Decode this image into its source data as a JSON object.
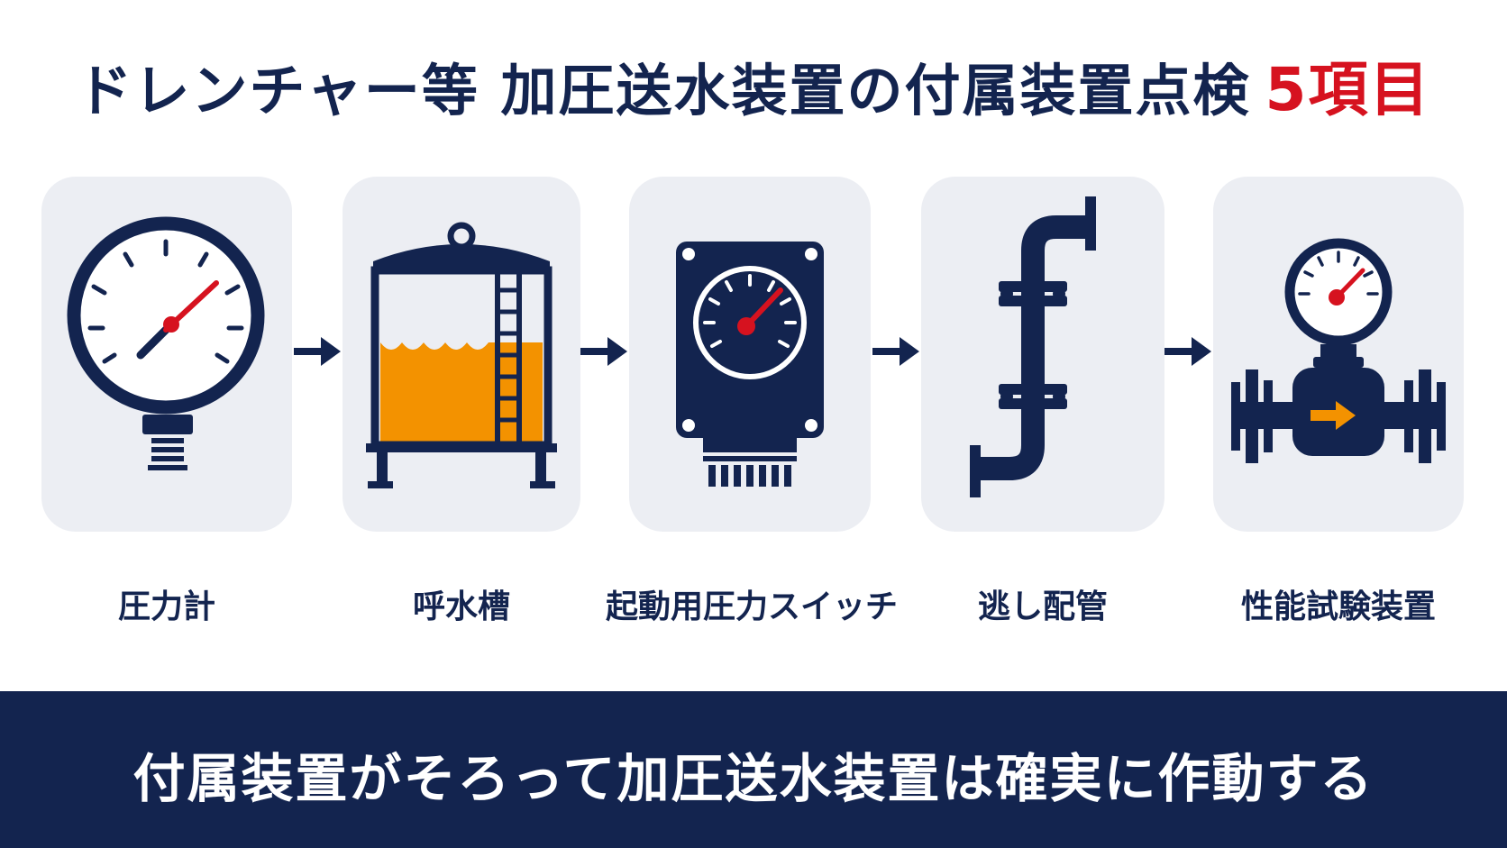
{
  "title": {
    "text": "ドレンチャー等 加圧送水装置の付属装置点検",
    "accent": "5項目"
  },
  "steps": [
    {
      "label": "圧力計",
      "icon": "pressure-gauge-icon"
    },
    {
      "label": "呼水槽",
      "icon": "priming-tank-icon"
    },
    {
      "label": "起動用圧力スイッチ",
      "icon": "pressure-switch-icon"
    },
    {
      "label": "逃し配管",
      "icon": "relief-pipe-icon"
    },
    {
      "label": "性能試験装置",
      "icon": "flow-meter-icon"
    }
  ],
  "footer": {
    "text": "付属装置がそろって加圧送水装置は確実に作動する"
  },
  "colors": {
    "navy": "#13244f",
    "accent": "#d6121f",
    "orange": "#f39200",
    "card": "#eceef3"
  }
}
